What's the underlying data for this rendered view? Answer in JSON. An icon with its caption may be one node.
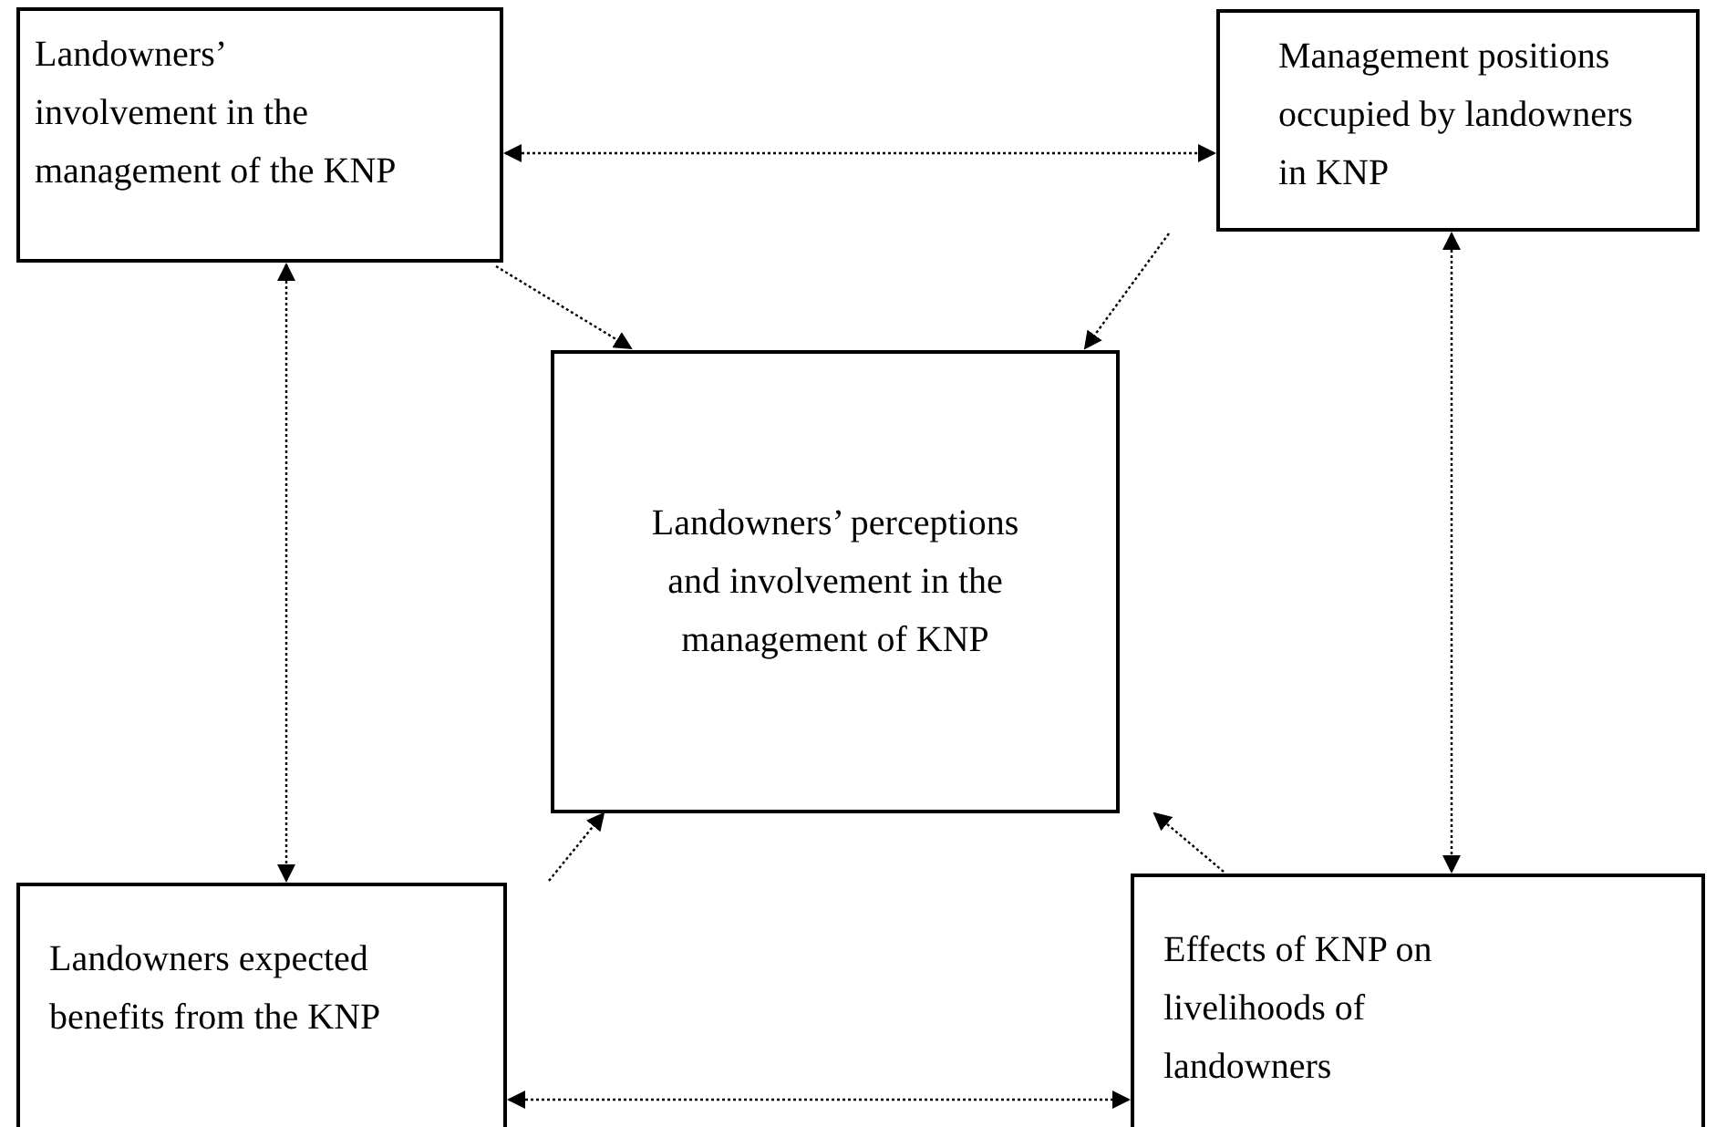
{
  "diagram": {
    "nodes": [
      {
        "text": [
          "Landowners’ involvement in the management of the KNP"
        ]
      },
      {
        "text": [
          "Management positions occupied by landowners in KNP"
        ]
      },
      {
        "text": [
          "Landowners’ perceptions and involvement in the management of KNP"
        ]
      },
      {
        "text": [
          "Landowners expected benefits from the KNP"
        ]
      },
      {
        "text": [
          "Effects of KNP on livelihoods of landowners"
        ]
      }
    ],
    "edges": [
      {
        "from": 0,
        "to": 1,
        "arrow": "both",
        "style": "dashed"
      },
      {
        "from": 0,
        "to": 2,
        "arrow": "to",
        "style": "dashed"
      },
      {
        "from": 1,
        "to": 2,
        "arrow": "to",
        "style": "dashed"
      },
      {
        "from": 0,
        "to": 3,
        "arrow": "both",
        "style": "dashed"
      },
      {
        "from": 1,
        "to": 4,
        "arrow": "both",
        "style": "dashed"
      },
      {
        "from": 3,
        "to": 2,
        "arrow": "to",
        "style": "dashed"
      },
      {
        "from": 4,
        "to": 2,
        "arrow": "to",
        "style": "dashed"
      },
      {
        "from": 3,
        "to": 4,
        "arrow": "both",
        "style": "dashed"
      }
    ]
  }
}
